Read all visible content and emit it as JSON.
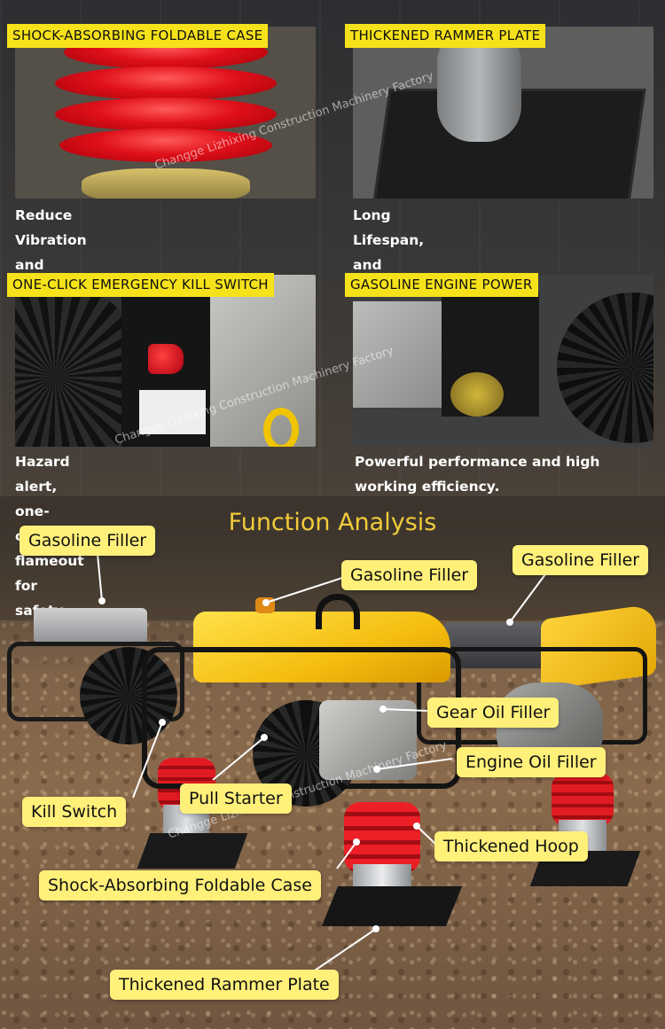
{
  "features": [
    {
      "tag": "SHOCK-ABSORBING FOLDABLE CASE",
      "caption": "Reduce Vibration and Stable Operation."
    },
    {
      "tag": "THICKENED RAMMER PLATE",
      "caption": "Long Lifespan, and Tamping Efficiency."
    },
    {
      "tag": "ONE-CLICK EMERGENCY KILL SWITCH",
      "caption": "Hazard alert, one-click flameout for safety."
    },
    {
      "tag": "GASOLINE ENGINE POWER",
      "caption": "Powerful performance and high working efficiency."
    }
  ],
  "watermark": "Changge Lizhixing Construction Machinery Factory",
  "section_title": "Function Analysis",
  "callouts": {
    "gasoline_filler_left": "Gasoline Filler",
    "gasoline_filler_center": "Gasoline Filler",
    "gasoline_filler_right": "Gasoline Filler",
    "gear_oil_filler": "Gear Oil Filler",
    "engine_oil_filler": "Engine Oil Filler",
    "pull_starter": "Pull Starter",
    "kill_switch": "Kill Switch",
    "thickened_hoop": "Thickened Hoop",
    "shock_absorbing_case": "Shock-Absorbing Foldable Case",
    "thickened_rammer_plate": "Thickened Rammer Plate"
  },
  "colors": {
    "tag_bg": "#f6e21a",
    "callout_bg": "#fff07a",
    "title": "#f2cb3a",
    "machine_yellow": "#f5be10",
    "bellows_red": "#e11b22"
  }
}
